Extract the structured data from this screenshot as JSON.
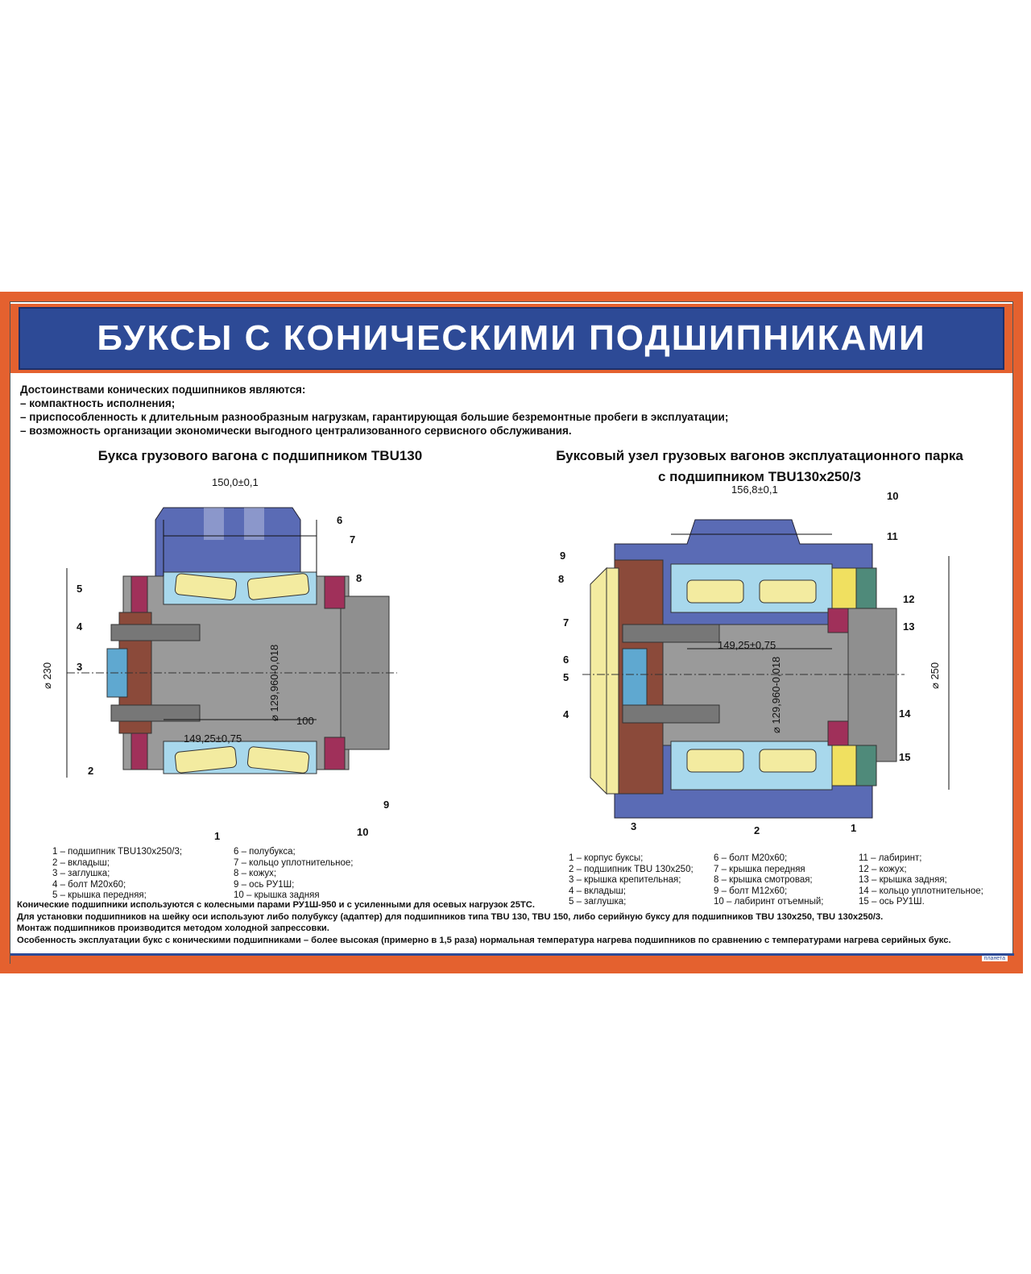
{
  "title": "БУКСЫ С КОНИЧЕСКИМИ ПОДШИПНИКАМИ",
  "intro": [
    "Достоинствами конических подшипников являются:",
    "– компактность исполнения;",
    "– приспособленность к длительным разнообразным нагрузкам, гарантирующая большие безремонтные пробеги в эксплуатации;",
    "– возможность организации экономически выгодного централизованного сервисного обслуживания."
  ],
  "left": {
    "subtitle": "Букса грузового вагона с подшипником TBU130",
    "dims": {
      "top": "150,0±0,1",
      "inner": "149,25±0,75",
      "d230": "⌀ 230",
      "d129": "⌀ 129,960-0,018",
      "d100": "100"
    },
    "callouts": [
      "1",
      "2",
      "3",
      "4",
      "5",
      "6",
      "7",
      "8",
      "9",
      "10"
    ],
    "legend": [
      [
        "1 – подшипник TBU130x250/3;",
        "2 – вкладыш;",
        "3 – заглушка;",
        "4 – болт М20х60;",
        "5 – крышка передняя;"
      ],
      [
        "6 – полубукса;",
        "7 – кольцо уплотнительное;",
        "8 – кожух;",
        "9 – ось РУ1Ш;",
        "10 – крышка задняя"
      ]
    ]
  },
  "right": {
    "subtitle": [
      "Буксовый узел грузовых вагонов эксплуатационного парка",
      "с подшипником TBU130x250/3"
    ],
    "dims": {
      "top": "156,8±0,1",
      "inner": "149,25±0,75",
      "d250": "⌀ 250",
      "d129": "⌀ 129,960-0,018"
    },
    "callouts": [
      "1",
      "2",
      "3",
      "4",
      "5",
      "6",
      "7",
      "8",
      "9",
      "10",
      "11",
      "12",
      "13",
      "14",
      "15"
    ],
    "legend": [
      [
        "1 – корпус буксы;",
        "2 – подшипник TBU 130x250;",
        "3 – крышка крепительная;",
        "4 – вкладыш;",
        "5 – заглушка;"
      ],
      [
        "6 – болт М20х60;",
        "7 – крышка передняя",
        "8 – крышка смотровая;",
        "9 – болт М12х60;",
        "10 – лабиринт отъемный;"
      ],
      [
        "11 – лабиринт;",
        "12 – кожух;",
        "13 – крышка задняя;",
        "14 – кольцо уплотнительное;",
        "15 – ось РУ1Ш."
      ]
    ]
  },
  "notes": [
    "Конические подшипники используются с колесными парами РУ1Ш-950 и с усиленными для осевых нагрузок 25ТС.",
    "Для установки подшипников на шейку оси используют либо полубуксу (адаптер) для подшипников типа TBU 130, TBU 150, либо серийную буксу для подшипников TBU 130x250, TBU 130x250/3.",
    "Монтаж подшипников производится методом холодной запрессовки.",
    "Особенность эксплуатации букс с коническими подшипниками – более высокая (примерно в 1,5 раза) нормальная температура нагрева подшипников по сравнению с температурами нагрева серийных букс."
  ],
  "logo": "планета",
  "colors": {
    "orange": "#e4612f",
    "blue": "#2d4a96",
    "housing": "#5a6bb5",
    "bearing": "#a8d8ec",
    "roller": "#f3eba0",
    "axle": "#9a9a9a",
    "cover": "#8b4a3a",
    "seal": "#a0305a"
  }
}
